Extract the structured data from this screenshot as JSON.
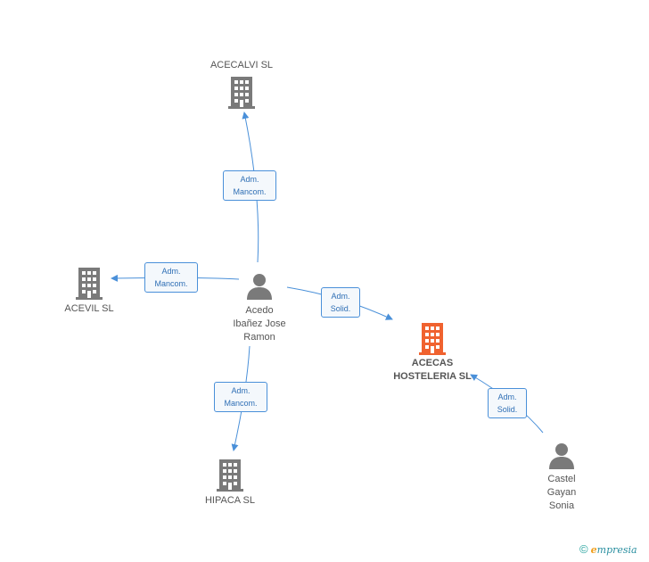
{
  "nodes": {
    "acecalvi": {
      "label": "ACECALVI SL",
      "icon": "building-icon"
    },
    "acevil": {
      "label": "ACEVIL SL",
      "icon": "building-icon"
    },
    "acedo": {
      "label": "Acedo\nIbañez Jose\nRamon",
      "icon": "person-icon"
    },
    "acecas": {
      "label": "ACECAS\nHOSTELERIA SL",
      "icon": "building-icon"
    },
    "hipaca": {
      "label": "HIPACA SL",
      "icon": "building-icon"
    },
    "castel": {
      "label": "Castel\nGayan\nSonia",
      "icon": "person-icon"
    }
  },
  "edges": {
    "acedo_acecalvi": {
      "label": "Adm.\nMancom."
    },
    "acedo_acevil": {
      "label": "Adm.\nMancom."
    },
    "acedo_acecas": {
      "label": "Adm.\nSolid."
    },
    "acedo_hipaca": {
      "label": "Adm.\nMancom."
    },
    "castel_acecas": {
      "label": "Adm.\nSolid."
    }
  },
  "colors": {
    "edge": "#4a90d9",
    "building": "#7a7a7a",
    "building_highlight": "#f0622f",
    "person": "#7a7a7a"
  },
  "footer": {
    "copyright": "©",
    "brand_first": "e",
    "brand_rest": "mpresia"
  }
}
